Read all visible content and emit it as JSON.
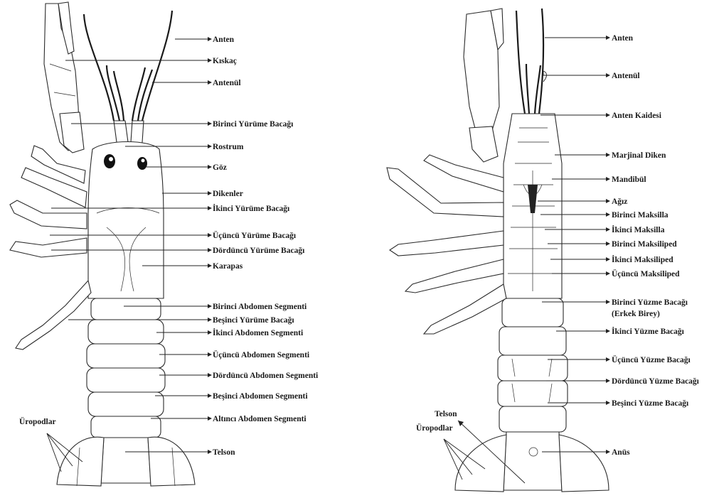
{
  "dorsal_view": {
    "labels": [
      "Anten",
      "Kıskaç",
      "Antenül",
      "Birinci Yürüme Bacağı",
      "Rostrum",
      "Göz",
      "Dikenler",
      "İkinci Yürüme Bacağı",
      "Üçüncü Yürüme Bacağı",
      "Dördüncü Yürüme Bacağı",
      "Karapas",
      "Birinci Abdomen Segmenti",
      "Beşinci Yürüme Bacağı",
      "İkinci Abdomen Segmenti",
      "Üçüncü Abdomen Segmenti",
      "Dördüncü Abdomen Segmenti",
      "Beşinci Abdomen Segmenti",
      "Altıncı Abdomen Segmenti",
      "Telson"
    ],
    "uropod_label": "Üropodlar"
  },
  "ventral_view": {
    "labels": [
      "Anten",
      "Antenül",
      "Anten Kaidesi",
      "Marjinal Diken",
      "Mandibül",
      "Ağız",
      "Birinci Maksilla",
      "İkinci Maksilla",
      "Birinci Maksiliped",
      "İkinci Maksiliped",
      "Üçüncü Maksiliped",
      "Birinci Yüzme Bacağı",
      "(Erkek Birey)",
      "İkinci Yüzme Bacağı",
      "Üçüncü Yüzme Bacağı",
      "Dördüncü Yüzme Bacağı",
      "Beşinci Yüzme Bacağı",
      "Anüs"
    ],
    "telson_label": "Telson",
    "uropod_label": "Üropodlar"
  }
}
